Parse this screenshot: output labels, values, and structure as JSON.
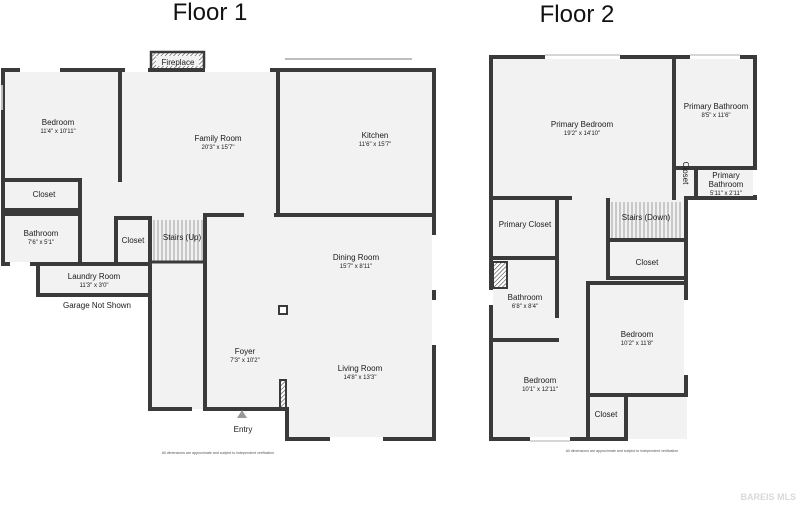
{
  "floor1": {
    "title": "Floor 1",
    "rooms": {
      "bedroom": {
        "name": "Bedroom",
        "dim": "11'4\" x 10'11\""
      },
      "family_room": {
        "name": "Family Room",
        "dim": "20'3\" x 15'7\""
      },
      "kitchen": {
        "name": "Kitchen",
        "dim": "11'6\" x 15'7\""
      },
      "closet_a": {
        "name": "Closet"
      },
      "bathroom": {
        "name": "Bathroom",
        "dim": "7'6\" x 5'1\""
      },
      "closet_b": {
        "name": "Closet"
      },
      "stairs_up": {
        "name": "Stairs (Up)"
      },
      "dining_room": {
        "name": "Dining Room",
        "dim": "15'7\" x 8'11\""
      },
      "laundry_room": {
        "name": "Laundry Room",
        "dim": "11'3\" x 3'0\""
      },
      "foyer": {
        "name": "Foyer",
        "dim": "7'3\" x 10'2\""
      },
      "living_room": {
        "name": "Living Room",
        "dim": "14'8\" x 13'3\""
      }
    },
    "fireplace": "Fireplace",
    "garage_note": "Garage Not Shown",
    "entry": "Entry",
    "disclaimer": "All dimensions are approximate and subject to independent verification"
  },
  "floor2": {
    "title": "Floor 2",
    "rooms": {
      "primary_bedroom": {
        "name": "Primary Bedroom",
        "dim": "19'2\" x 14'10\""
      },
      "primary_bathroom": {
        "name": "Primary Bathroom",
        "dim": "8'5\" x 11'6\""
      },
      "closet_vertical": {
        "name": "Closet"
      },
      "primary_bathroom_small": {
        "name_line1": "Primary",
        "name_line2": "Bathroom",
        "dim": "5'11\" x 2'11\""
      },
      "primary_closet": {
        "name": "Primary Closet"
      },
      "stairs_down": {
        "name": "Stairs (Down)"
      },
      "closet_a": {
        "name": "Closet"
      },
      "bathroom": {
        "name": "Bathroom",
        "dim": "6'8\" x 8'4\""
      },
      "bedroom_right": {
        "name": "Bedroom",
        "dim": "10'2\" x 11'8\""
      },
      "bedroom_left": {
        "name": "Bedroom",
        "dim": "10'1\" x 12'11\""
      },
      "closet_b": {
        "name": "Closet"
      }
    },
    "disclaimer": "All dimensions are approximate and subject to independent verification"
  },
  "watermark": "BAREIS MLS",
  "colors": {
    "floor": "#f2f2f2",
    "wall": "#3a3a3a",
    "window": "#bdbdbd",
    "text": "#1a1a1a"
  }
}
